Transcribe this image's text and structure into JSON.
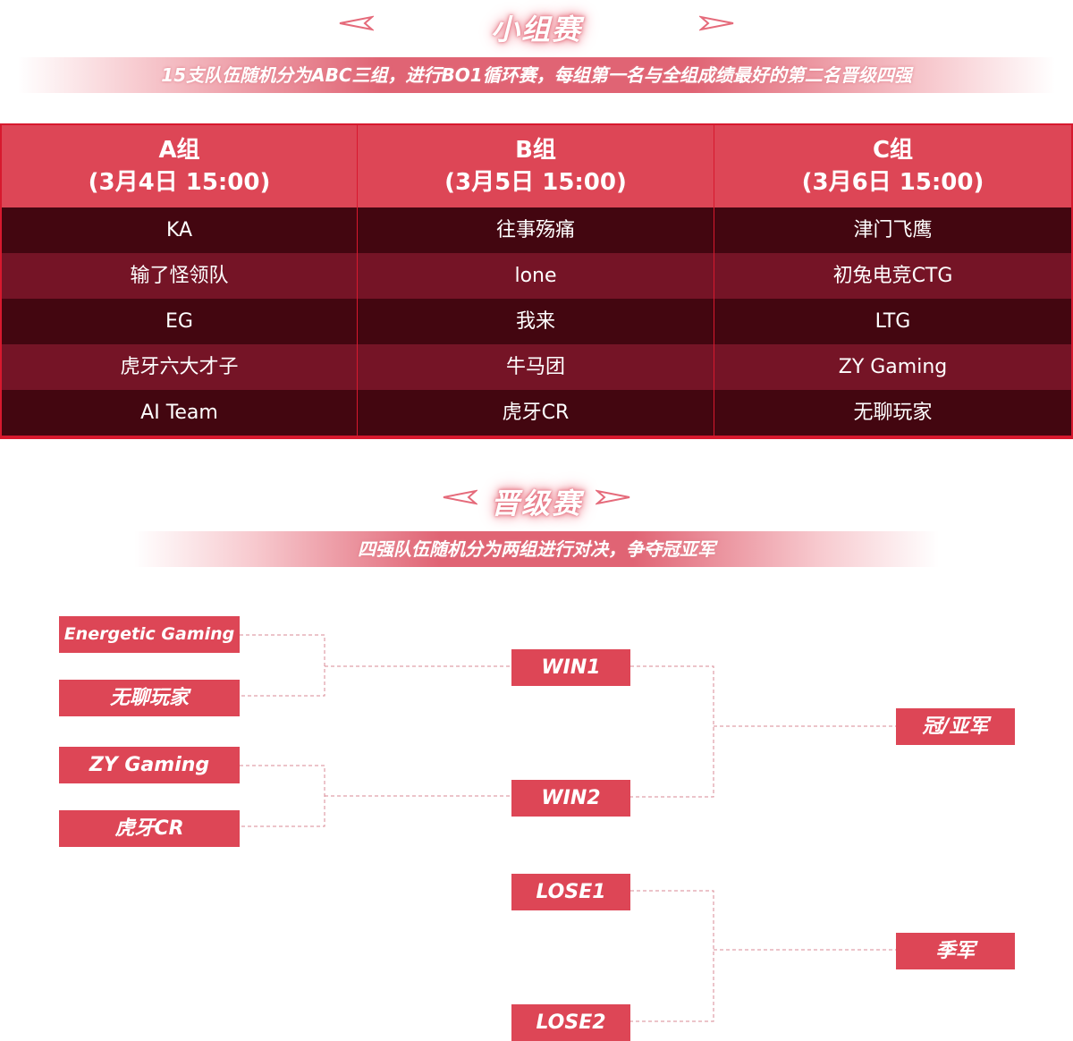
{
  "group_stage": {
    "title": "小组赛",
    "description": "15支队伍随机分为ABC三组，进行BO1循环赛，每组第一名与全组成绩最好的第二名晋级四强",
    "groups": [
      {
        "name": "A组",
        "time": "(3月4日 15:00)",
        "teams": [
          "KA",
          "输了怪领队",
          "EG",
          "虎牙六大才子",
          "AI Team"
        ]
      },
      {
        "name": "B组",
        "time": "(3月5日 15:00)",
        "teams": [
          "往事殇痛",
          "lone",
          "我来",
          "牛马团",
          "虎牙CR"
        ]
      },
      {
        "name": "C组",
        "time": "(3月6日 15:00)",
        "teams": [
          "津门飞鹰",
          "初兔电竞CTG",
          "LTG",
          "ZY Gaming",
          "无聊玩家"
        ]
      }
    ]
  },
  "playoffs": {
    "title": "晋级赛",
    "description": "四强队伍随机分为两组进行对决，争夺冠亚军",
    "semifinal_teams": [
      "Energetic Gaming",
      "无聊玩家",
      "ZY Gaming",
      "虎牙CR"
    ],
    "winners": [
      "WIN1",
      "WIN2"
    ],
    "losers": [
      "LOSE1",
      "LOSE2"
    ],
    "final_label": "冠/亚军",
    "third_label": "季军"
  },
  "colors": {
    "accent": "#dd4656",
    "table_border": "#d7192e",
    "row_dark": "#430610",
    "row_light": "#751426",
    "bracket_line": "#d88a94"
  }
}
